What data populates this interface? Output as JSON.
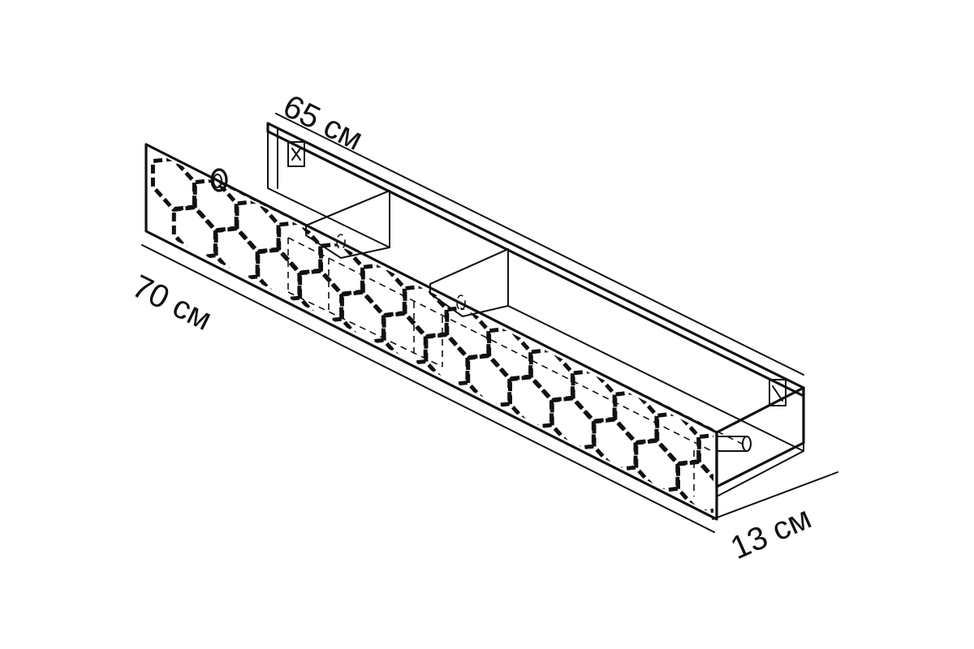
{
  "dimensions": {
    "depth": "65 см",
    "length": "70 см",
    "height": "13 см"
  },
  "colors": {
    "line": "#111111",
    "background": "#ffffff"
  }
}
